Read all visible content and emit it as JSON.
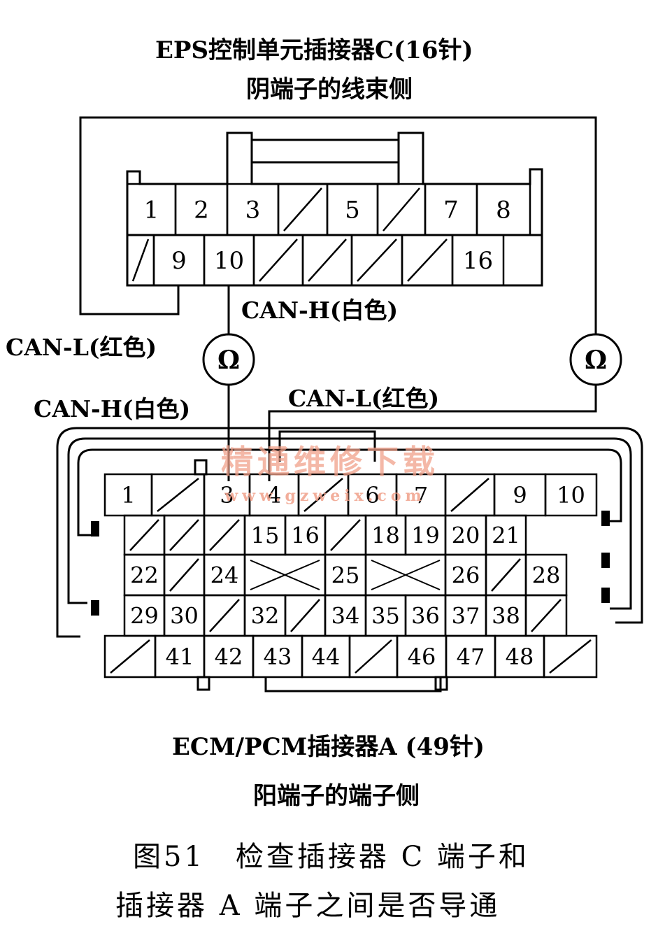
{
  "title_top": {
    "line1": "EPS控制单元插接器C(16针)",
    "line2": "阴端子的线束侧"
  },
  "labels": {
    "can_h_top": "CAN-H(白色)",
    "can_l_left": "CAN-L(红色)",
    "can_h_left": "CAN-H(白色)",
    "can_l_mid": "CAN-L(红色)",
    "ohm": "Ω"
  },
  "watermark": {
    "cn": "精通维修下载",
    "url": "www.gzweix.com",
    "color": "#f0a08a"
  },
  "connector_c": {
    "row1": [
      "1",
      "2",
      "3",
      "",
      "5",
      "",
      "7",
      "8"
    ],
    "row2": [
      "",
      "9",
      "10",
      "",
      "",
      "",
      "",
      "16"
    ]
  },
  "connector_a": {
    "row1": [
      "1",
      "",
      "3",
      "4",
      "",
      "6",
      "7",
      "",
      "9",
      "10"
    ],
    "row2": [
      "",
      "",
      "",
      "15",
      "16",
      "",
      "18",
      "19",
      "20",
      "21"
    ],
    "row3": [
      "22",
      "",
      "24",
      "",
      "25",
      "",
      "26",
      "",
      "28"
    ],
    "row4": [
      "29",
      "30",
      "",
      "32",
      "",
      "34",
      "35",
      "36",
      "37",
      "38",
      ""
    ],
    "row5": [
      "",
      "41",
      "42",
      "43",
      "44",
      "",
      "46",
      "47",
      "48",
      ""
    ]
  },
  "title_bottom": {
    "line1": "ECM/PCM插接器A (49针)",
    "line2": "阳端子的端子侧"
  },
  "caption": {
    "line1": "图51　检查插接器 C 端子和",
    "line2": "插接器 A 端子之间是否导通"
  }
}
